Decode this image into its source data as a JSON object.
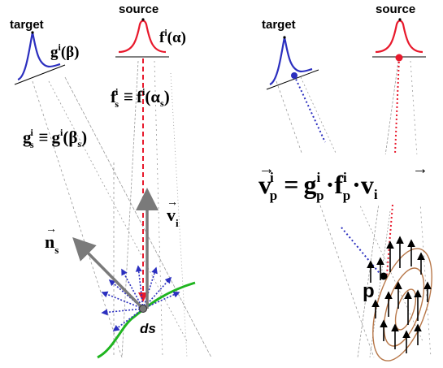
{
  "left_panel": {
    "target_label": "target",
    "source_label": "source",
    "g_label_base": "g",
    "g_label_sup": "i",
    "g_label_arg": "(β)",
    "f_label_base": "f",
    "f_label_sup": "i",
    "f_label_arg": "(α)",
    "fs_lhs_base": "f",
    "fs_lhs_sub": "s",
    "fs_lhs_sup": "i",
    "fs_equiv": "≡",
    "fs_rhs_base": "f",
    "fs_rhs_sup": "i",
    "fs_rhs_open": "(α",
    "fs_rhs_sub": "s",
    "fs_rhs_close": ")",
    "gs_lhs_base": "g",
    "gs_lhs_sub": "s",
    "gs_lhs_sup": "i",
    "gs_equiv": "≡",
    "gs_rhs_base": "g",
    "gs_rhs_sup": "i",
    "gs_rhs_open": "(β",
    "gs_rhs_sub": "s",
    "gs_rhs_close": ")",
    "vi_base": "v",
    "vi_arrow": "→",
    "vi_sub": "i",
    "ns_base": "n",
    "ns_arrow": "→",
    "ns_sub": "s",
    "ds_label": "ds"
  },
  "right_panel": {
    "target_label": "target",
    "source_label": "source",
    "eq_v_arrow": "→",
    "eq_v_base": "v",
    "eq_v_sub": "p",
    "eq_v_sup": "i",
    "eq_equals": "=",
    "eq_g_base": "g",
    "eq_g_sub": "p",
    "eq_g_sup": "i",
    "eq_dot1": "·",
    "eq_f_base": "f",
    "eq_f_sub": "p",
    "eq_f_sup": "i",
    "eq_dot2": "·",
    "eq_v2_arrow": "→",
    "eq_v2_base": "v",
    "eq_v2_sub": "i",
    "p_label": "p"
  },
  "colors": {
    "source_curve": "#e8192c",
    "target_curve": "#2b2fbf",
    "surface_curve": "#1fb51f",
    "gray_arrow": "#7a7a7a",
    "ellipse": "#b8784a"
  }
}
